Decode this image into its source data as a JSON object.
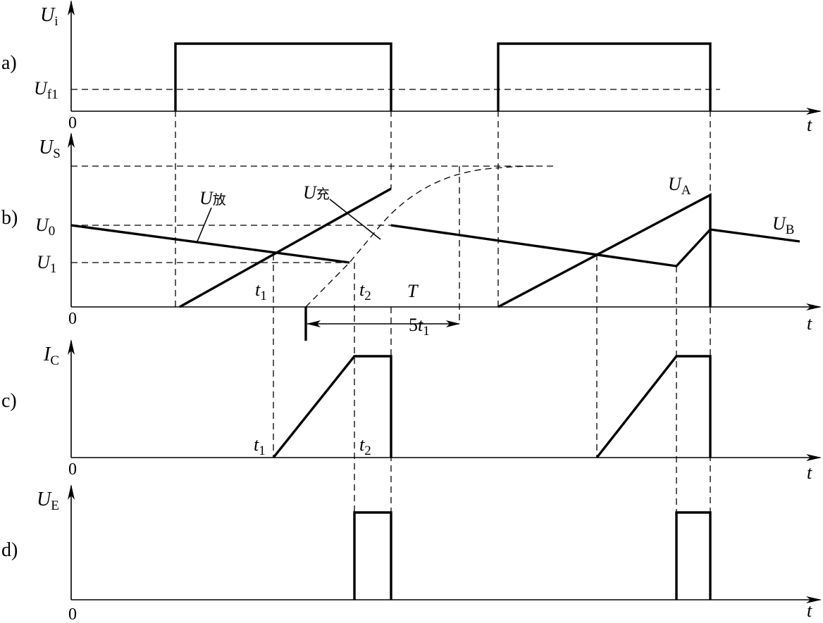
{
  "panels": {
    "a": "a)",
    "b": "b)",
    "c": "c)",
    "d": "d)"
  },
  "axes": {
    "origin": "0",
    "time": "t",
    "a_y": {
      "main": "U",
      "sub": "i"
    },
    "b_y": {
      "main": "U",
      "sub": "S"
    },
    "c_y": {
      "main": "I",
      "sub": "C"
    },
    "d_y": {
      "main": "U",
      "sub": "E"
    }
  },
  "levels": {
    "uf1": {
      "main": "U",
      "sub": "f1"
    },
    "u0": {
      "main": "U",
      "sub": "0"
    },
    "u1": {
      "main": "U",
      "sub": "1"
    }
  },
  "curves": {
    "u_discharge": {
      "main": "U",
      "sub": "放"
    },
    "u_charge": {
      "main": "U",
      "sub": "充"
    },
    "ua": {
      "main": "U",
      "sub": "A"
    },
    "ub": {
      "main": "U",
      "sub": "B"
    }
  },
  "times": {
    "t1": {
      "main": "t",
      "sub": "1"
    },
    "t2": {
      "main": "t",
      "sub": "2"
    },
    "T": "T",
    "five_t1": {
      "pre": "5",
      "main": "t",
      "sub": "1"
    }
  }
}
